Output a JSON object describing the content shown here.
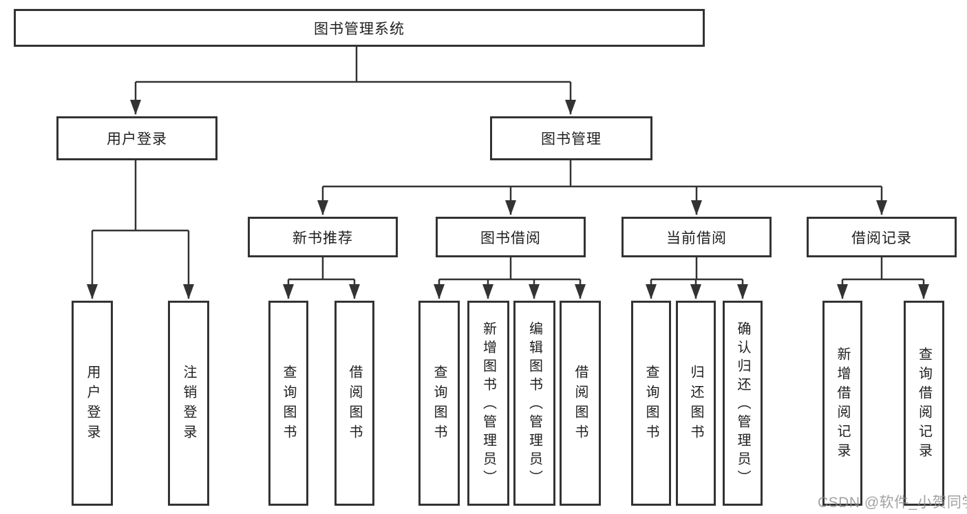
{
  "diagram_title": "图书管理系统",
  "tree": {
    "label": "图书管理系统",
    "children": [
      {
        "label": "用户登录",
        "children": [
          {
            "label": "用户登录"
          },
          {
            "label": "注销登录"
          }
        ]
      },
      {
        "label": "图书管理",
        "children": [
          {
            "label": "新书推荐",
            "children": [
              {
                "label": "查询图书"
              },
              {
                "label": "借阅图书"
              }
            ]
          },
          {
            "label": "图书借阅",
            "children": [
              {
                "label": "查询图书"
              },
              {
                "label": "新增图书（管理员）"
              },
              {
                "label": "编辑图书（管理员）"
              },
              {
                "label": "借阅图书"
              }
            ]
          },
          {
            "label": "当前借阅",
            "children": [
              {
                "label": "查询图书"
              },
              {
                "label": "归还图书"
              },
              {
                "label": "确认归还（管理员）"
              }
            ]
          },
          {
            "label": "借阅记录",
            "children": [
              {
                "label": "新增借阅记录"
              },
              {
                "label": "查询借阅记录"
              }
            ]
          }
        ]
      }
    ]
  },
  "watermark": {
    "text": "CSDN @软件_小贺同学"
  },
  "colors": {
    "line": "#333333",
    "box_border": "#333333",
    "background": "#ffffff",
    "watermark": "#8c8c8c"
  }
}
